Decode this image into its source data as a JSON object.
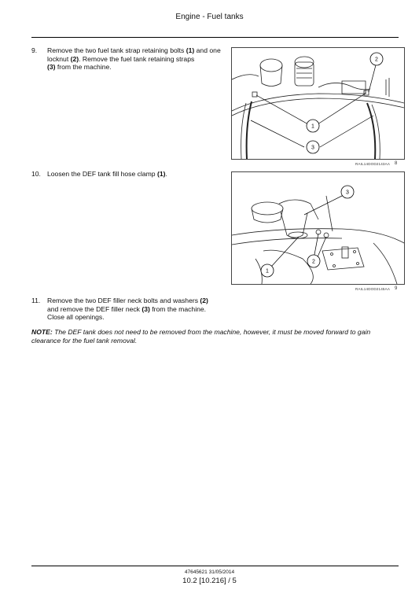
{
  "header": {
    "title": "Engine - Fuel tanks"
  },
  "steps": [
    {
      "num": "9.",
      "parts": [
        "Remove the two fuel tank strap retaining bolts ",
        "(1)",
        " and one locknut ",
        "(2)",
        ". Remove the fuel tank retaining straps ",
        "(3)",
        " from the machine."
      ]
    },
    {
      "num": "10.",
      "parts": [
        "Loosen the DEF tank fill hose clamp ",
        "(1)",
        "."
      ]
    },
    {
      "num": "11.",
      "parts": [
        "Remove the two DEF filler neck bolts and washers ",
        "(2)",
        " and remove the DEF filler neck ",
        "(3)",
        " from the machine.",
        "Close all openings."
      ]
    }
  ],
  "figures": [
    {
      "code": "RAIL14DOD2143AA",
      "number": "8",
      "callouts": [
        "1",
        "2",
        "3"
      ]
    },
    {
      "code": "RAIL14DOD2145AA",
      "number": "9",
      "callouts": [
        "1",
        "2",
        "3"
      ]
    }
  ],
  "note": {
    "label": "NOTE:",
    "text": "The DEF tank does not need to be removed from the machine, however, it must be moved forward to gain clearance for the fuel tank removal."
  },
  "footer": {
    "doc": "47645621 31/05/2014",
    "page": "10.2 [10.216] / 5"
  }
}
